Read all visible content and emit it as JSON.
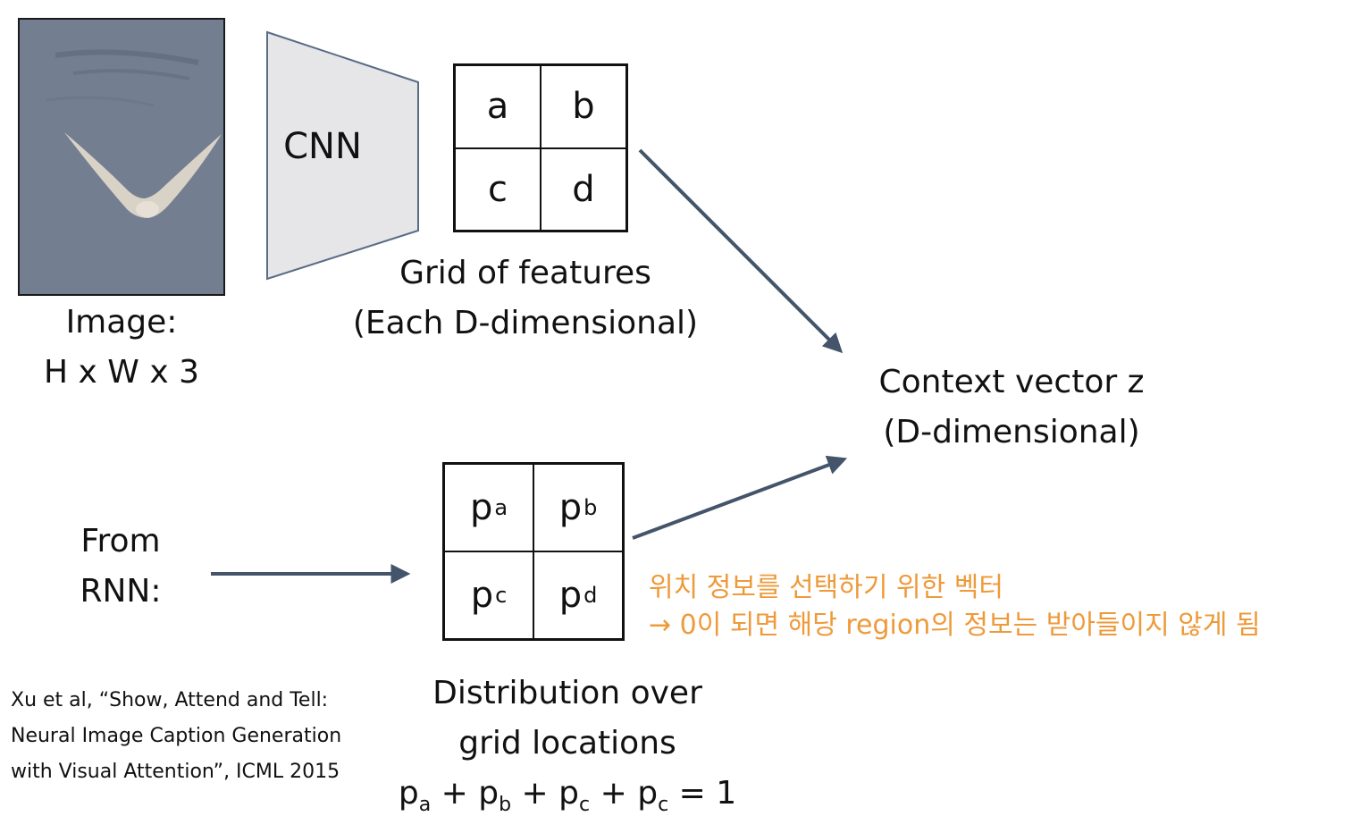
{
  "image_block": {
    "caption_line1": "Image:",
    "caption_line2": "H x W x 3"
  },
  "cnn": {
    "label": "CNN"
  },
  "feature_grid": {
    "cells": [
      "a",
      "b",
      "c",
      "d"
    ],
    "caption_line1": "Grid of features",
    "caption_line2": "(Each D-dimensional)"
  },
  "context": {
    "line1": "Context vector z",
    "line2": "(D-dimensional)"
  },
  "rnn": {
    "line1": "From",
    "line2": "RNN:"
  },
  "prob_grid": {
    "cells": [
      {
        "base": "p",
        "sub": "a"
      },
      {
        "base": "p",
        "sub": "b"
      },
      {
        "base": "p",
        "sub": "c"
      },
      {
        "base": "p",
        "sub": "d"
      }
    ],
    "caption_line1": "Distribution over",
    "caption_line2": "grid locations",
    "equation": {
      "terms": [
        {
          "base": "p",
          "sub": "a"
        },
        {
          "base": "p",
          "sub": "b"
        },
        {
          "base": "p",
          "sub": "c"
        },
        {
          "base": "p",
          "sub": "c"
        }
      ],
      "plus": "+",
      "result": "= 1"
    }
  },
  "annotation": {
    "line1": "위치 정보를 선택하기 위한 벡터",
    "line2": "→ 0이 되면 해당 region의 정보는 받아들이지 않게 됨",
    "color": "#ee9a3a"
  },
  "citation": {
    "line1": "Xu et al, “Show, Attend and Tell:",
    "line2": "Neural Image Caption Generation",
    "line3": "with Visual Attention”, ICML 2015"
  },
  "colors": {
    "arrow": "#44546a",
    "cnn_fill": "#e6e6e8",
    "cnn_stroke": "#5a6b85"
  }
}
